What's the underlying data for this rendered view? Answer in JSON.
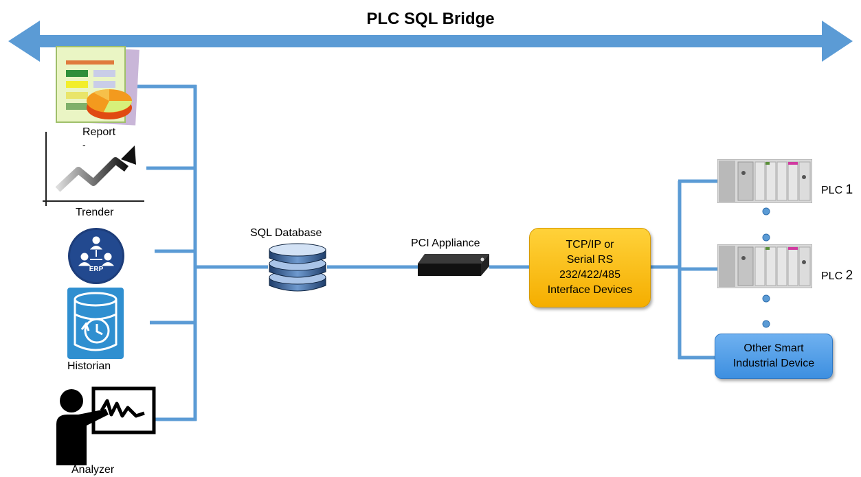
{
  "title": "PLC SQL Bridge",
  "left_tools": {
    "report_label": "Report",
    "report_dash": "-",
    "trender_label": "Trender",
    "erp_icon_text": "ERP",
    "historian_label": "Historian",
    "analyzer_label": "Analyzer"
  },
  "sql_database_label": "SQL Database",
  "pci_appliance_label": "PCI Appliance",
  "interface_box": {
    "lines": [
      "TCP/IP or",
      "Serial RS",
      "232/422/485",
      "Interface Devices"
    ]
  },
  "plcs": [
    {
      "prefix": "PLC",
      "number": "1"
    },
    {
      "prefix": "PLC",
      "number": "2"
    }
  ],
  "smart_device": {
    "lines": [
      "Other Smart",
      "Industrial Device"
    ]
  },
  "colors": {
    "line": "#5b9bd5",
    "interface_box": "#ffc000",
    "smart_box": "#4f9be6",
    "arrow": "#5b9bd5"
  }
}
